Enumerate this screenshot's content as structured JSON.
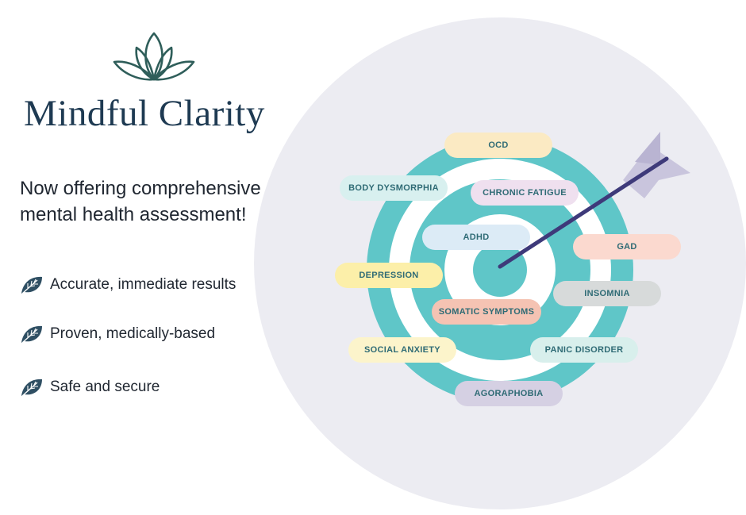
{
  "brand": {
    "name": "Mindful Clarity",
    "logo_icon": "lotus-icon"
  },
  "headline": "Now offering comprehensive mental health assessment!",
  "features": [
    {
      "label": "Accurate, immediate results",
      "icon": "leaf-icon"
    },
    {
      "label": "Proven, medically-based",
      "icon": "leaf-icon"
    },
    {
      "label": "Safe and secure",
      "icon": "leaf-icon"
    }
  ],
  "target": {
    "icons": [
      "target-icon",
      "arrow-icon"
    ],
    "colors": {
      "background": "#ececf2",
      "ring": "#5fc6c8",
      "arrow_shaft": "#3e3a7a",
      "arrow_fletching": "#c9c5dd"
    },
    "conditions": [
      {
        "label": "OCD",
        "color": "#fbeac3"
      },
      {
        "label": "BODY DYSMORPHIA",
        "color": "#d8f0ef"
      },
      {
        "label": "CHRONIC FATIGUE",
        "color": "#efe0ef"
      },
      {
        "label": "ADHD",
        "color": "#dcebf6"
      },
      {
        "label": "GAD",
        "color": "#fbd9cf"
      },
      {
        "label": "DEPRESSION",
        "color": "#fcefa9"
      },
      {
        "label": "INSOMNIA",
        "color": "#d7dada"
      },
      {
        "label": "SOMATIC SYMPTOMS",
        "color": "#f5c3b3"
      },
      {
        "label": "SOCIAL ANXIETY",
        "color": "#fcf4cb"
      },
      {
        "label": "PANIC DISORDER",
        "color": "#d8efec"
      },
      {
        "label": "AGORAPHOBIA",
        "color": "#d5d0e3"
      }
    ]
  }
}
